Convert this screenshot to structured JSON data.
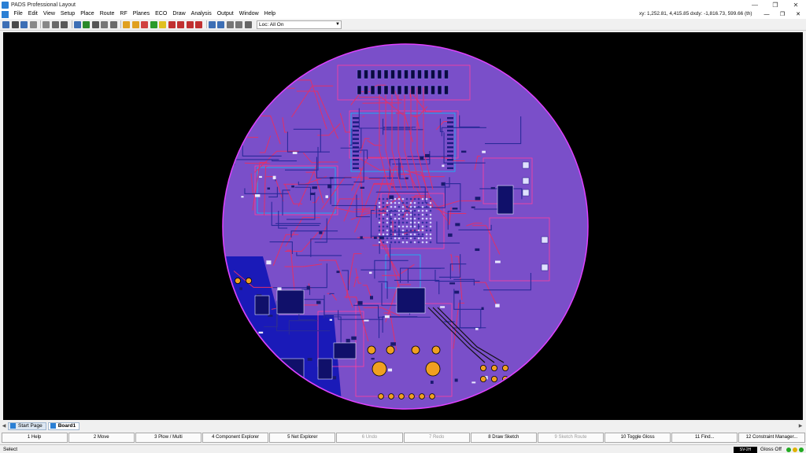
{
  "window": {
    "title": "PADS Professional Layout"
  },
  "menu": [
    "File",
    "Edit",
    "View",
    "Setup",
    "Place",
    "Route",
    "RF",
    "Planes",
    "ECO",
    "Draw",
    "Analysis",
    "Output",
    "Window",
    "Help"
  ],
  "coords": "xy: 1,252.81, 4,415.85  dxdy: -1,816.73, 599.66  (th)",
  "toolbar": {
    "icon_colors": [
      "#3d6fb5",
      "#4a4a4a",
      "#3d6fb5",
      "#888888",
      "#888888",
      "#6a6a6a",
      "#5a5a5a",
      "#3d6fb5",
      "#2a8a2a",
      "#555555",
      "#777777",
      "#6a6a6a",
      "#e0a020",
      "#e0a020",
      "#d04040",
      "#2a9a2a",
      "#e0c020",
      "#c03030",
      "#c03030",
      "#c03030",
      "#c03030",
      "#3d6fb5",
      "#3d6fb5",
      "#777777",
      "#777777",
      "#666666"
    ],
    "layer_value": "Loc: All On"
  },
  "tabs": [
    {
      "label": "Start Page",
      "active": false
    },
    {
      "label": "Board1",
      "active": true
    }
  ],
  "fkeys": [
    {
      "label": "1 Help",
      "enabled": true
    },
    {
      "label": "2 Move",
      "enabled": true
    },
    {
      "label": "3 Plow / Multi",
      "enabled": true
    },
    {
      "label": "4 Component Explorer",
      "enabled": true
    },
    {
      "label": "5 Net Explorer",
      "enabled": true
    },
    {
      "label": "6 Undo",
      "enabled": false
    },
    {
      "label": "7 Redo",
      "enabled": false
    },
    {
      "label": "8 Draw Sketch",
      "enabled": true
    },
    {
      "label": "9 Sketch Route",
      "enabled": false
    },
    {
      "label": "10 Toggle Gloss",
      "enabled": true
    },
    {
      "label": "11 Find...",
      "enabled": true
    },
    {
      "label": "12 Constraint Manager...",
      "enabled": true
    }
  ],
  "status": {
    "text": "Select",
    "layer_indicator": "SV-2H",
    "gloss": "Gloss Off",
    "dot_colors": [
      "#22aa22",
      "#e0b000",
      "#22aa22"
    ]
  },
  "board_colors": {
    "background": "#000000",
    "board_fill": "#7a4fc9",
    "outline": "#e040ff",
    "plane": "#1a1ab8",
    "trace_top": "#e0306a",
    "trace_bottom": "#2a2a9a",
    "component_outline": "#ff40a0",
    "silk": "#00d0ff",
    "via": "#f0a020"
  }
}
